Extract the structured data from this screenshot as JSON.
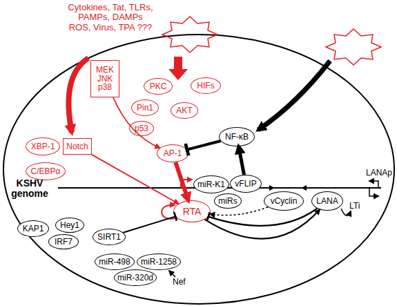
{
  "diagram": {
    "nodes": [
      {
        "text": [
          "MEK JNK p38"
        ]
      },
      {
        "text": [
          "PKC"
        ]
      },
      {
        "text": [
          "HIFs"
        ]
      },
      {
        "text": [
          "Pin1"
        ]
      },
      {
        "text": [
          "AKT"
        ]
      },
      {
        "text": [
          "p53"
        ]
      },
      {
        "text": [
          "XBP-1"
        ]
      },
      {
        "text": [
          "Notch"
        ]
      },
      {
        "text": [
          "AP-1"
        ]
      },
      {
        "text": [
          "NF-κB"
        ]
      },
      {
        "text": [
          "C/EBPα"
        ]
      },
      {
        "text": [
          "miR-K1"
        ]
      },
      {
        "text": [
          "vFLIP"
        ]
      },
      {
        "text": [
          "RTA"
        ]
      },
      {
        "text": [
          "miRs"
        ]
      },
      {
        "text": [
          "vCyclin"
        ]
      },
      {
        "text": [
          "LANA"
        ]
      },
      {
        "text": [
          "KAP1"
        ]
      },
      {
        "text": [
          "Hey1"
        ]
      },
      {
        "text": [
          "IRF7"
        ]
      },
      {
        "text": [
          "SIRT1"
        ]
      },
      {
        "text": [
          "miR-498"
        ]
      },
      {
        "text": [
          "miR-1258"
        ]
      },
      {
        "text": [
          "miR-320d"
        ]
      }
    ],
    "edges": [
      {
        "from": 0,
        "to": 8,
        "arrow": "to"
      },
      {
        "from": 7,
        "to": 13,
        "arrow": "to"
      },
      {
        "from": 8,
        "to": 13,
        "arrow": "to"
      },
      {
        "from": 9,
        "to": 8,
        "arrow": "to"
      },
      {
        "from": 12,
        "to": 9,
        "arrow": "to"
      },
      {
        "from": 15,
        "to": 13,
        "arrow": "to"
      },
      {
        "from": 16,
        "to": 13,
        "arrow": "to"
      },
      {
        "from": 13,
        "to": 16,
        "arrow": "to"
      },
      {
        "from": 20,
        "to": 13,
        "arrow": "to"
      }
    ],
    "labels": [
      "Cytokines, Tat, TLRs, PAMPs, DAMPs ROS, Virus, TPA ???",
      "KSHV genome",
      "LANAp",
      "LTi",
      "Nef"
    ]
  }
}
